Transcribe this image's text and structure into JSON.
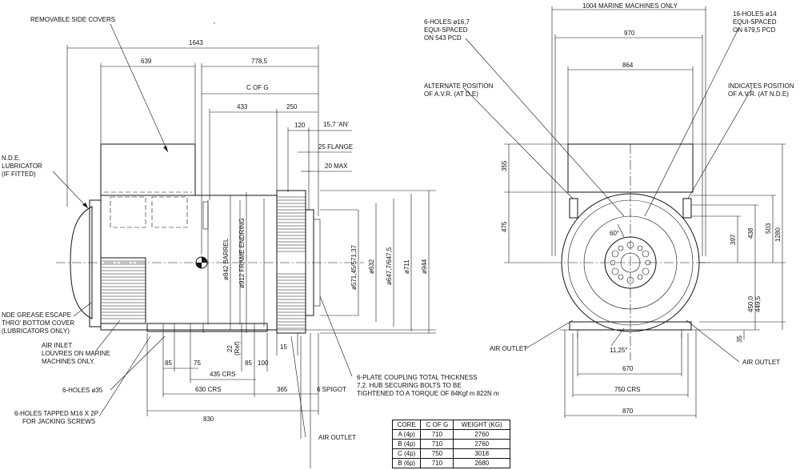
{
  "side_view": {
    "callouts": {
      "removable_side_covers": "REMOVABLE SIDE COVERS",
      "nde_lubricator": [
        "N.D.E.",
        "LUBRICATOR",
        "(IF FITTED)"
      ],
      "nde_grease_escape": [
        "NDE GREASE ESCAPE",
        "THRO' BOTTOM COVER",
        "(LUBRICATORS ONLY)"
      ],
      "air_inlet": [
        "AIR INLET",
        "LOUVRES ON MARINE",
        "MACHINES ONLY."
      ],
      "holes_35": "6-HOLES ø35",
      "holes_tapped": [
        "6-HOLES TAPPED M16 X 2P",
        "FOR JACKING SCREWS"
      ],
      "coupling": [
        "6-PLATE COUPLING TOTAL THICKNESS",
        "7,2. HUB SECURING BOLTS TO BE",
        "TIGHTENED TO A TORQUE OF 84Kgf m 822N m"
      ],
      "air_outlet": "AIR OUTLET",
      "c_of_g": "C OF G",
      "an": "15,7 'AN'",
      "flange": "25 FLANGE",
      "max": "20 MAX",
      "spigot": "6 SPIGOT"
    },
    "dimensions": {
      "d1643": "1643",
      "d639": "639",
      "d7785": "778,5",
      "d433": "433",
      "d250": "250",
      "d120": "120",
      "d85a": "85",
      "d75": "75",
      "d435": "435 CRS",
      "d85b": "85",
      "d100": "100",
      "d15": "15",
      "d630": "630 CRS",
      "d365": "365",
      "d830": "830",
      "d22": "22",
      "d22ref": "(Ref)"
    },
    "vertical_labels": {
      "barrel": "ø842 BARREL",
      "endring": "ø912 FRAME ENDRING",
      "d571": "ø571,45/571,37",
      "d632": "ø632",
      "d647": "ø647,7/647,5",
      "d711": "ø711",
      "d944": "ø944"
    }
  },
  "end_view": {
    "callouts": {
      "holes_167": [
        "6-HOLES ø16,7",
        "EQUI-SPACED",
        "ON 543 PCD"
      ],
      "holes_14": [
        "16-HOLES ø14",
        "EQUI-SPACED",
        "ON 679,5 PCD"
      ],
      "alt_avr": [
        "ALTERNATE POSITION",
        "OF A.V.R. (AT D.E)"
      ],
      "ind_avr": [
        "INDICATES POSITION",
        "OF A.V.R. (AT N.D.E)"
      ],
      "air_outlet_left": "AIR OUTLET",
      "air_outlet_right": "AIR OUTLET",
      "angle60": "60°",
      "angle1125": "11,25°"
    },
    "dimensions": {
      "marine": "1004 MARINE MACHINES ONLY",
      "d970": "970",
      "d864": "864",
      "d355": "355",
      "d475": "475",
      "d397": "397",
      "d438": "438",
      "d503": "503",
      "d1280": "1280",
      "d450": "450,0",
      "d449": "449,5",
      "d35": "35",
      "d670": "670",
      "d750": "750 CRS",
      "d870": "870"
    }
  },
  "table": {
    "headers": [
      "CORE",
      "C OF G",
      "WEIGHT (KG)"
    ],
    "rows": [
      [
        "A (4p)",
        "710",
        "2760"
      ],
      [
        "B (4p)",
        "710",
        "2760"
      ],
      [
        "C (4p)",
        "750",
        "3018"
      ],
      [
        "B (6p)",
        "710",
        "2680"
      ]
    ]
  }
}
